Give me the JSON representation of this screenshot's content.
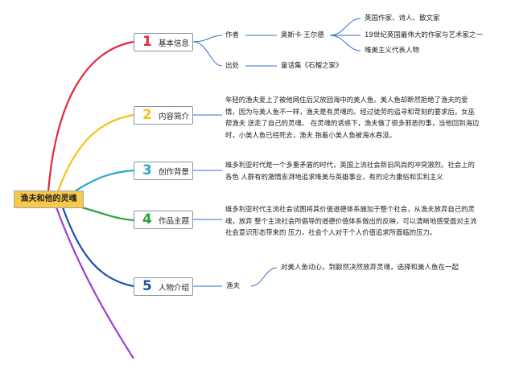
{
  "root": {
    "label": "渔夫和他的灵魂"
  },
  "topics": [
    {
      "num": "1",
      "label": "基本信息",
      "color": "#e02a3a"
    },
    {
      "num": "2",
      "label": "内容简介",
      "color": "#f0c21a"
    },
    {
      "num": "3",
      "label": "创作背景",
      "color": "#2aa9c9"
    },
    {
      "num": "4",
      "label": "作品主题",
      "color": "#2aa23a"
    },
    {
      "num": "5",
      "label": "人物介绍",
      "color": "#1c52a8"
    }
  ],
  "basic": {
    "author_label": "作者",
    "author_name": "奥斯卡·王尔德",
    "author_notes": [
      "英国作家、诗人、散文家",
      "19世纪英国最伟大的作家与艺术家之一",
      "唯美主义代表人物"
    ],
    "source_label": "出处",
    "source_value": "童话集《石榴之家》"
  },
  "summary": "年轻的渔夫爱上了被他网住后又放回海中的美人鱼。美人鱼却断然拒绝了渔夫的爱情，因为与美人鱼不一样，渔夫是有灵魂的。经过徒劳的追寻和苛刻的要求后，女巫帮渔夫 送走了自己的灵魂。 在灵魂的诱惑下，渔夫做了很多邪恶的事，当他回到海边时，小美人鱼已经死去，渔夫 抱着小美人鱼被海水吞没。",
  "background": "维多利亚时代是一个多重矛盾的时代，英国上流社会新旧风尚的冲突激烈。社会上的各色 人群有的激情澎湃地追求唯美与英雄事业，有的沦为庸俗和实利主义",
  "theme": "维多利亚时代主流社会试图将其价值道德体系施加于整个社会，从渔夫放弃自己的灵魂，放弃 整个主流社会所倡导的道德价值体系做出的反映，可以清晰地感受面对主流社会意识形态带来的 压力，社会个人对于个人价值追求所面临的压力。",
  "characters": {
    "name": "渔夫",
    "note": "对美人鱼动心，到毅然决然放弃灵魂，选择和美人鱼在一起"
  }
}
